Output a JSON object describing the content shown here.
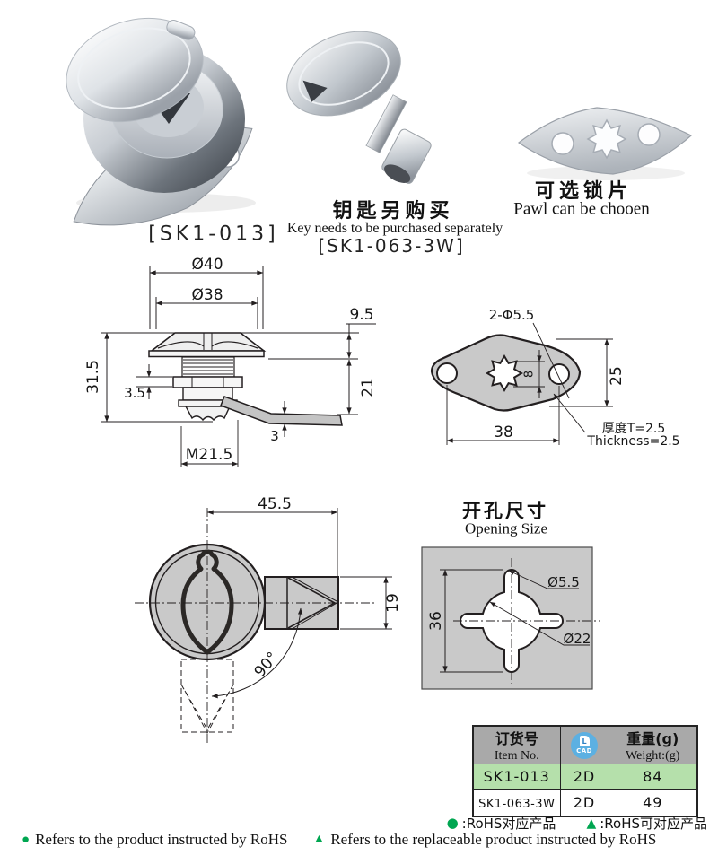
{
  "product": {
    "lock_label": "[SK1-013]",
    "key_note_zh": "钥匙另购买",
    "key_note_en": "Key needs to be purchased separately",
    "key_label": "[SK1-063-3W]",
    "pawl_note_zh": "可选锁片",
    "pawl_note_en": "Pawl can be chooen"
  },
  "side_view_dims": {
    "d40": "Ø40",
    "d38": "Ø38",
    "h95": "9.5",
    "h315": "31.5",
    "h35": "3.5",
    "h21": "21",
    "t3": "3",
    "m215": "M21.5"
  },
  "pawl_view_dims": {
    "holes": "2-Φ5.5",
    "star": "8",
    "h25": "25",
    "w38": "38",
    "thick_zh": "厚度T=2.5",
    "thick_en": "Thickness=2.5"
  },
  "top_view_dims": {
    "w455": "45.5",
    "h19": "19",
    "angle": "90°"
  },
  "opening": {
    "title_zh": "开孔尺寸",
    "title_en": "Opening Size",
    "d55": "Ø5.5",
    "d22": "Ø22",
    "h36": "36"
  },
  "table": {
    "header": {
      "item_zh": "订货号",
      "item_en": "Item No.",
      "cad_doc_glyph": "L",
      "cad_label": "CAD",
      "weight_zh": "重量(g)",
      "weight_en": "Weight:(g)"
    },
    "rows": [
      {
        "item": "SK1-013",
        "cad": "2D",
        "weight": "84"
      },
      {
        "item": "SK1-063-3W",
        "cad": "2D",
        "weight": "49"
      }
    ]
  },
  "footer": {
    "markers": {
      "circle": "●",
      "triangle": "▲"
    },
    "zh_circle_text": ":RoHS对应产品",
    "zh_triangle_text": ":RoHS可对应产品",
    "en_circle_text": "Refers to the product instructed by RoHS",
    "en_triangle_text": "Refers to the replaceable product instructed by RoHS"
  },
  "colors": {
    "accent_green": "#00a651",
    "row_green": "#b5e0ab",
    "header_gray": "#a9a9a9",
    "cad_blue": "#5cb0e2",
    "drawing_fill": "#c9c9c9",
    "line_color": "#231f20"
  }
}
